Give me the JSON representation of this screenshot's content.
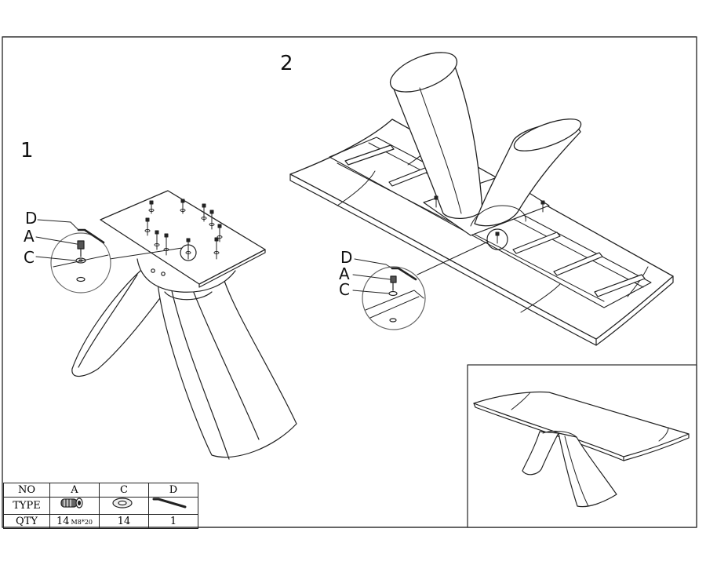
{
  "steps": {
    "step1": "1",
    "step2": "2"
  },
  "callouts": {
    "step1": {
      "d": "D",
      "a": "A",
      "c": "C"
    },
    "step2": {
      "d": "D",
      "a": "A",
      "c": "C"
    }
  },
  "parts_table": {
    "row_labels": {
      "no": "NO",
      "type": "TYPE",
      "qty": "QTY"
    },
    "columns": [
      {
        "no": "A",
        "type_icon": "bolt-icon",
        "qty": "14",
        "size": "M8*20"
      },
      {
        "no": "C",
        "type_icon": "washer-icon",
        "qty": "14"
      },
      {
        "no": "D",
        "type_icon": "allen-key-icon",
        "qty": "1"
      }
    ]
  }
}
